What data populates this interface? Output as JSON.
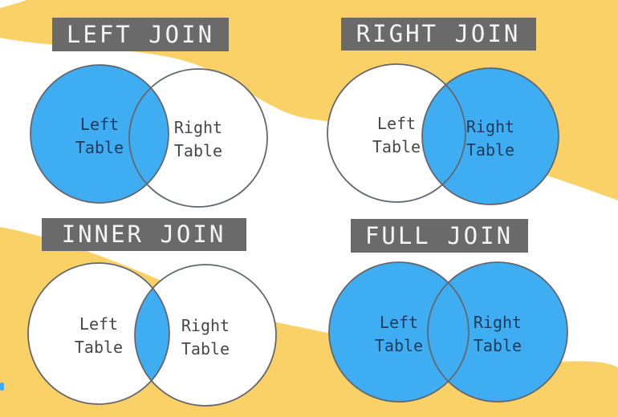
{
  "colors": {
    "yellow": "#FAD167",
    "blue": "#3FADF2",
    "title_box": "#6A6A6A",
    "title_text": "#F5F5F5",
    "circle_stroke": "#63676D",
    "label_on_white": "#474747",
    "label_on_blue": "#1E3A5C",
    "canvas_white": "#FFFFFF"
  },
  "diagrams": [
    {
      "title": "LEFT JOIN",
      "left_circle": {
        "line1": "Left",
        "line2": "Table",
        "fill": "#3FADF2",
        "text_color": "#1E3A5C"
      },
      "right_circle": {
        "line1": "Right",
        "line2": "Table",
        "fill": "#FFFFFF",
        "text_color": "#474747"
      }
    },
    {
      "title": "RIGHT JOIN",
      "left_circle": {
        "line1": "Left",
        "line2": "Table",
        "fill": "#FFFFFF",
        "text_color": "#474747"
      },
      "right_circle": {
        "line1": "Right",
        "line2": "Table",
        "fill": "#3FADF2",
        "text_color": "#1E3A5C"
      }
    },
    {
      "title": "INNER JOIN",
      "intersection_fill": "#3FADF2",
      "left_circle": {
        "line1": "Left",
        "line2": "Table",
        "fill": "#FFFFFF",
        "text_color": "#474747"
      },
      "right_circle": {
        "line1": "Right",
        "line2": "Table",
        "fill": "#FFFFFF",
        "text_color": "#474747"
      }
    },
    {
      "title": "FULL JOIN",
      "left_circle": {
        "line1": "Left",
        "line2": "Table",
        "fill": "#3FADF2",
        "text_color": "#1E3A5C"
      },
      "right_circle": {
        "line1": "Right",
        "line2": "Table",
        "fill": "#3FADF2",
        "text_color": "#1E3A5C"
      }
    }
  ]
}
